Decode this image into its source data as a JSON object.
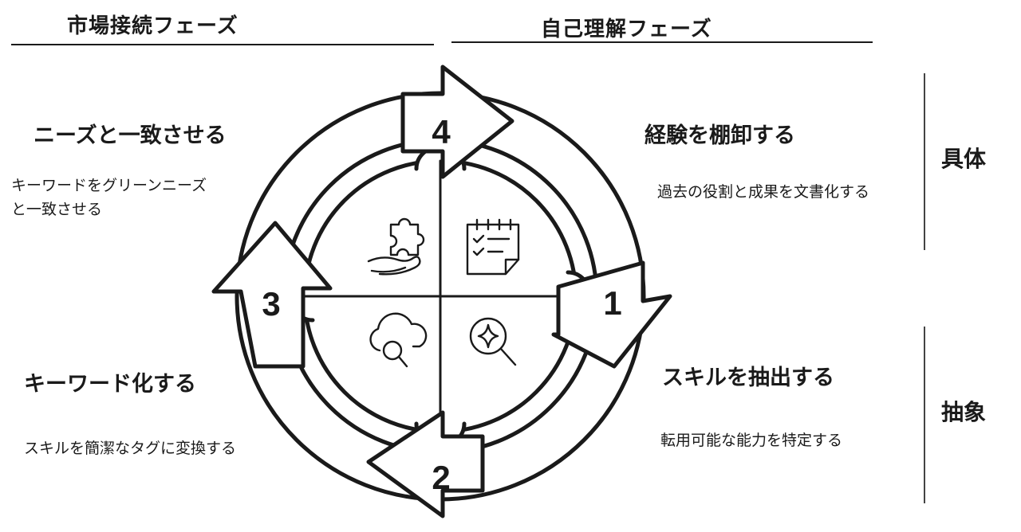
{
  "phases": {
    "market": "市場接続フェーズ",
    "self": "自己理解フェーズ"
  },
  "axis": {
    "concrete": "具体",
    "abstract": "抽象"
  },
  "steps": [
    {
      "number": "1",
      "title": "経験を棚卸する",
      "description": "過去の役割と成果を文書化する",
      "icon": "checklist-icon"
    },
    {
      "number": "2",
      "title": "スキルを抽出する",
      "description": "転用可能な能力を特定する",
      "icon": "magnifier-sparkle-icon"
    },
    {
      "number": "3",
      "title": "キーワード化する",
      "description": "スキルを簡潔なタグに変換する",
      "icon": "cloud-search-icon"
    },
    {
      "number": "4",
      "title": "ニーズと一致させる",
      "description_lines": [
        "キーワードをグリーンニーズ",
        "と一致させる"
      ],
      "icon": "hand-puzzle-icon"
    }
  ]
}
